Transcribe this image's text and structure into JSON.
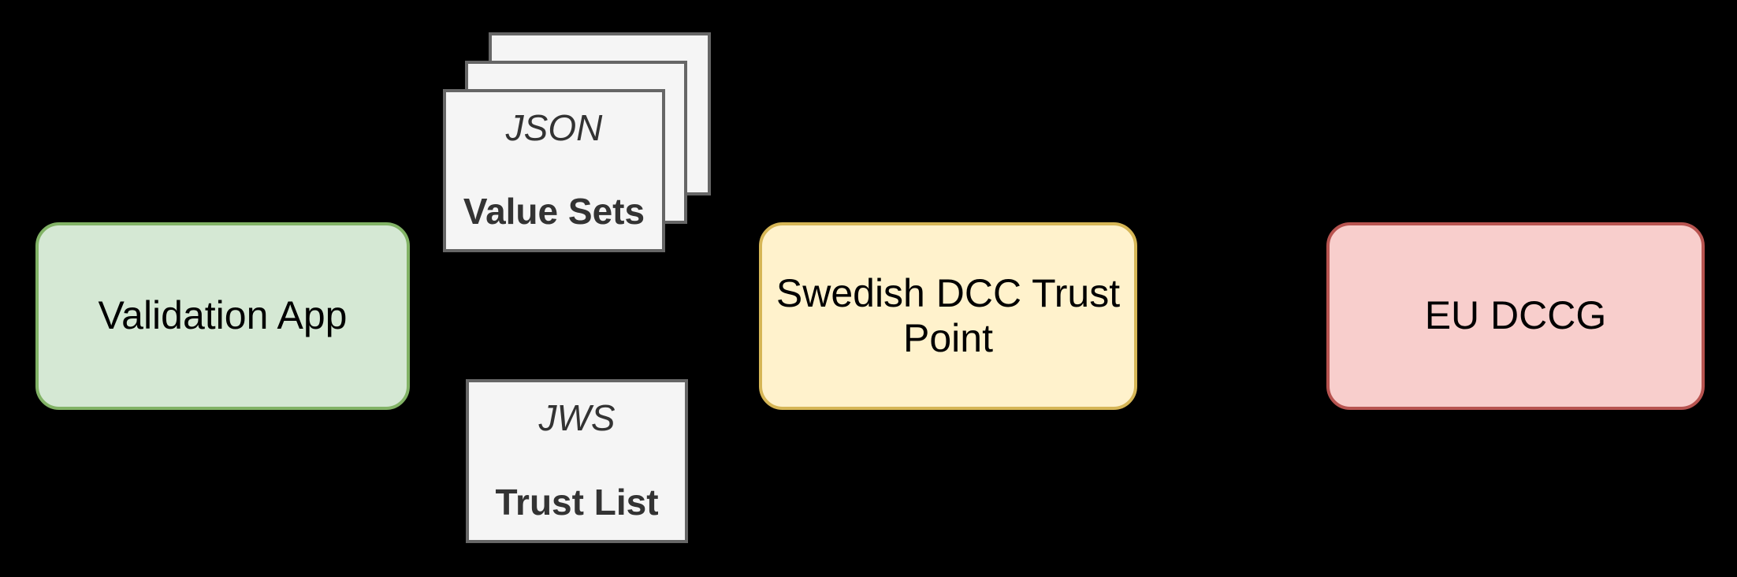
{
  "canvas": {
    "background": "#000000"
  },
  "nodes": {
    "validation_app": {
      "label": "Validation App",
      "fill": "#d5e8d4",
      "stroke": "#82b366",
      "text_color": "#000000"
    },
    "value_sets": {
      "format_label": "JSON",
      "title": "Value Sets",
      "pages_visible": 3,
      "fill": "#f5f5f5",
      "stroke": "#666666",
      "text_color": "#333333"
    },
    "trust_list": {
      "format_label": "JWS",
      "title": "Trust List",
      "fill": "#f5f5f5",
      "stroke": "#666666",
      "text_color": "#333333"
    },
    "swedish_dcc_trust_point": {
      "label": "Swedish DCC Trust Point",
      "fill": "#fff2cc",
      "stroke": "#d6b656",
      "text_color": "#000000"
    },
    "eu_dccg": {
      "label": "EU DCCG",
      "fill": "#f8cecc",
      "stroke": "#b85450",
      "text_color": "#000000"
    }
  }
}
